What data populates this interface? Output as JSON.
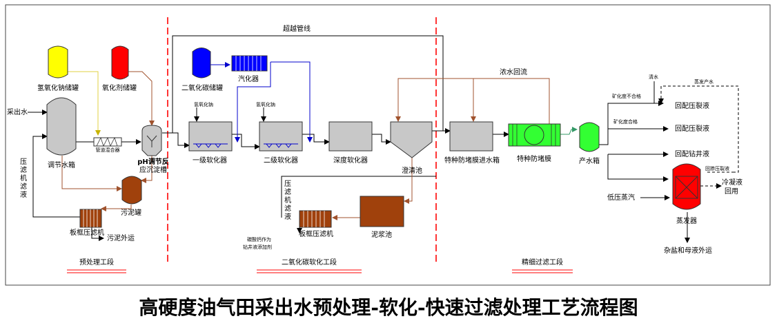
{
  "title": "高硬度油气田采出水预处理-软化-快速过滤处理工艺流程图",
  "stages": {
    "pre": "预处理工段",
    "co2": "二氧化碳软化工段",
    "fine": "精细过滤工段"
  },
  "bypass": "超越管线",
  "concentrate_return": "浓水回流",
  "labels": {
    "naoh_tank": "氢氧化钠储罐",
    "oxidant_tank": "氧化剂储罐",
    "raw_water": "采出水",
    "adjust_tank": "调节水箱",
    "pipe_mixer": "管道混合器",
    "ph_tank": "pH调节反应沉淀槽",
    "sludge_tank": "污泥罐",
    "filter_liquid": "压滤机滤液",
    "press1": "板框压滤机",
    "sludge_out": "污泥外运",
    "co2_tank": "二氧化碳储罐",
    "vaporizer": "汽化器",
    "naoh_dose_1": "氢氧化钠",
    "naoh_dose_2": "氢氧化钠",
    "soft1": "一级软化器",
    "soft2": "二级软化器",
    "deep_soft": "深度软化器",
    "clarifier": "澄清池",
    "filter_liquid2": "压滤机滤液",
    "press2": "板框压滤机",
    "mud_pool": "泥浆池",
    "caco3": "碳酸钙作为",
    "caco3_2": "钻井液添加剂",
    "membrane_tank": "特种防堵膜进水箱",
    "membrane": "特种防堵膜",
    "product_tank": "产水箱",
    "clean_water": "清水",
    "steam_out": "蒸发产水",
    "salinity_bad": "矿化度不合格",
    "salinity_ok": "矿化度合格",
    "frac1": "回配压裂液",
    "frac2": "回配压裂液",
    "drill": "回配钻井液",
    "frac_back": "回掺压裂液",
    "low_steam": "低压蒸汽",
    "condensate": "冷凝液",
    "reuse": "回用",
    "evaporator": "蒸发器",
    "salt_out": "杂盐和母液外运"
  },
  "colors": {
    "naoh": "#ffff00",
    "oxidant": "#ff0000",
    "co2": "#0000ff",
    "membrane": "#33ff33",
    "sludge": "#a0410c",
    "evaporator": "#ff0000",
    "divider": "#ff0000",
    "gray": "#c8c8c8",
    "brownline": "#a0522d",
    "blueline": "#0000cc",
    "yellowline": "#e0d040"
  },
  "icons": [
    "mixer-icon",
    "vaporizer-icon",
    "plate-press-icon",
    "aerator-icon"
  ]
}
